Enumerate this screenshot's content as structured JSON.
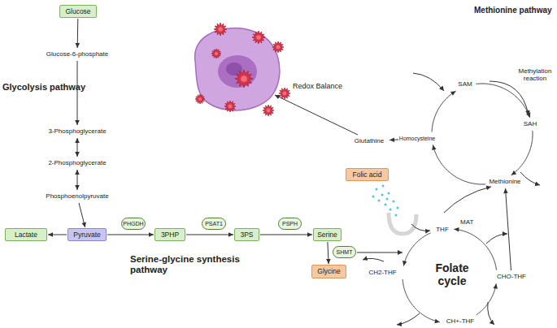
{
  "diagram": {
    "nodes": [
      {
        "text": [
          "Glucose"
        ]
      },
      {
        "text": [
          "Glucose-6-phosphate"
        ]
      },
      {
        "text": [
          "3-Phosphoglycerate"
        ]
      },
      {
        "text": [
          "2-Phosphoglycerate"
        ]
      },
      {
        "text": [
          "Phosphoenolpyruvate"
        ]
      },
      {
        "text": [
          "Pyruvate"
        ]
      },
      {
        "text": [
          "Lactate"
        ]
      },
      {
        "text": [
          "PHGDH"
        ]
      },
      {
        "text": [
          "3PHP"
        ]
      },
      {
        "text": [
          "PSAT1"
        ]
      },
      {
        "text": [
          "3PS"
        ]
      },
      {
        "text": [
          "PSPH"
        ]
      },
      {
        "text": [
          "Serine"
        ]
      },
      {
        "text": [
          "SHMT"
        ]
      },
      {
        "text": [
          "Glycine"
        ]
      },
      {
        "text": [
          "Folic acid"
        ]
      },
      {
        "text": [
          "Glutathine"
        ]
      },
      {
        "text": [
          "Homocysteine"
        ]
      },
      {
        "text": [
          "SAM"
        ]
      },
      {
        "text": [
          "SAH"
        ]
      },
      {
        "text": [
          "Methionine"
        ]
      },
      {
        "text": [
          "THF"
        ]
      },
      {
        "text": [
          "CHO-THF"
        ]
      },
      {
        "text": [
          "CH+-THF"
        ]
      },
      {
        "text": [
          "CH2-THF"
        ]
      }
    ],
    "edges": [
      {
        "from": 0,
        "to": 1,
        "arrow": "to"
      },
      {
        "from": 1,
        "to": 2,
        "arrow": "to"
      },
      {
        "from": 2,
        "to": 3,
        "arrow": "both"
      },
      {
        "from": 3,
        "to": 4,
        "arrow": "both"
      },
      {
        "from": 4,
        "to": 5,
        "arrow": "to"
      },
      {
        "from": 5,
        "to": 6,
        "arrow": "to"
      },
      {
        "from": 5,
        "to": 8,
        "arrow": "to"
      },
      {
        "from": 8,
        "to": 10,
        "arrow": "to"
      },
      {
        "from": 10,
        "to": 12,
        "arrow": "to"
      },
      {
        "from": 12,
        "to": 14,
        "arrow": "to"
      },
      {
        "from": 17,
        "to": 16,
        "arrow": "to"
      },
      {
        "from": 18,
        "to": 19,
        "arrow": "to"
      },
      {
        "from": 19,
        "to": 20,
        "arrow": "to"
      },
      {
        "from": 20,
        "to": 17,
        "arrow": "to"
      },
      {
        "from": 17,
        "to": 18,
        "arrow": "to"
      },
      {
        "from": 21,
        "to": 24,
        "arrow": "to"
      },
      {
        "from": 24,
        "to": 23,
        "arrow": "to"
      },
      {
        "from": 23,
        "to": 22,
        "arrow": "to"
      },
      {
        "from": 22,
        "to": 21,
        "arrow": "to"
      },
      {
        "from": 22,
        "to": 20,
        "arrow": "to"
      }
    ],
    "labels": [
      "Glycolysis pathway",
      "Serine-glycine synthesis pathway",
      "Methionine pathway",
      "Redox Balance",
      "Methylation reaction",
      "MAT",
      "Folate cycle"
    ]
  }
}
